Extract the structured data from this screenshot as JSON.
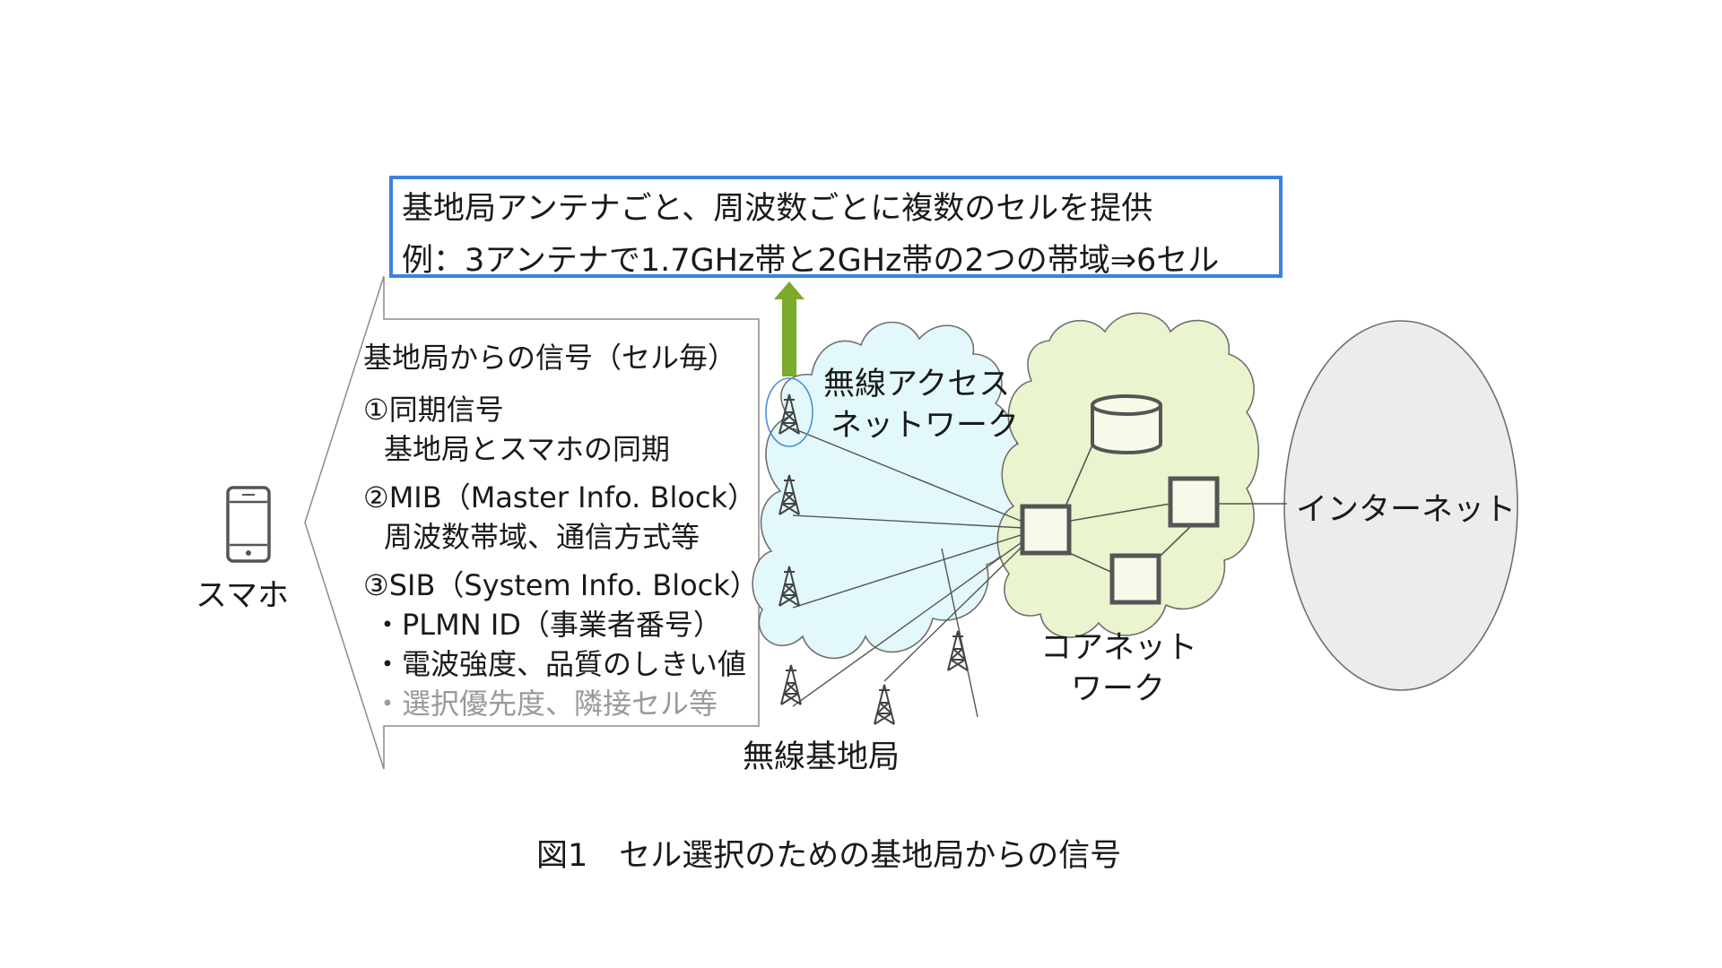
{
  "info_box": {
    "line1": "基地局アンテナごと、周波数ごとに複数のセルを提供",
    "line2": "例：3アンテナで1.7GHz帯と2GHz帯の2つの帯域⇒6セル"
  },
  "smartphone": {
    "label": "スマホ",
    "icon": "smartphone-icon"
  },
  "signal_panel": {
    "heading": "基地局からの信号（セル毎）",
    "items": [
      {
        "title": "①同期信号",
        "details": [
          "基地局とスマホの同期"
        ]
      },
      {
        "title": "②MIB（Master Info. Block）",
        "details": [
          "周波数帯域、通信方式等"
        ]
      },
      {
        "title": "③SIB（System Info. Block）",
        "details": [
          "・PLMN ID（事業者番号）",
          "・電波強度、品質のしきい値",
          "・選択優先度、隣接セル等"
        ]
      }
    ]
  },
  "ran": {
    "label_line1": "無線アクセス",
    "label_line2": "ネットワーク",
    "base_station_label": "無線基地局"
  },
  "core": {
    "label_line1": "コアネット",
    "label_line2": "ワーク"
  },
  "internet": {
    "label": "インターネット"
  },
  "caption": "図1　セル選択のための基地局からの信号",
  "colors": {
    "box_border": "#3b82e0",
    "arrow": "#7aab2c",
    "ran_cloud": "#e3f8fb",
    "core_cloud": "#eaf5cf",
    "internet": "#ececec",
    "highlight": "#4a90d9"
  }
}
